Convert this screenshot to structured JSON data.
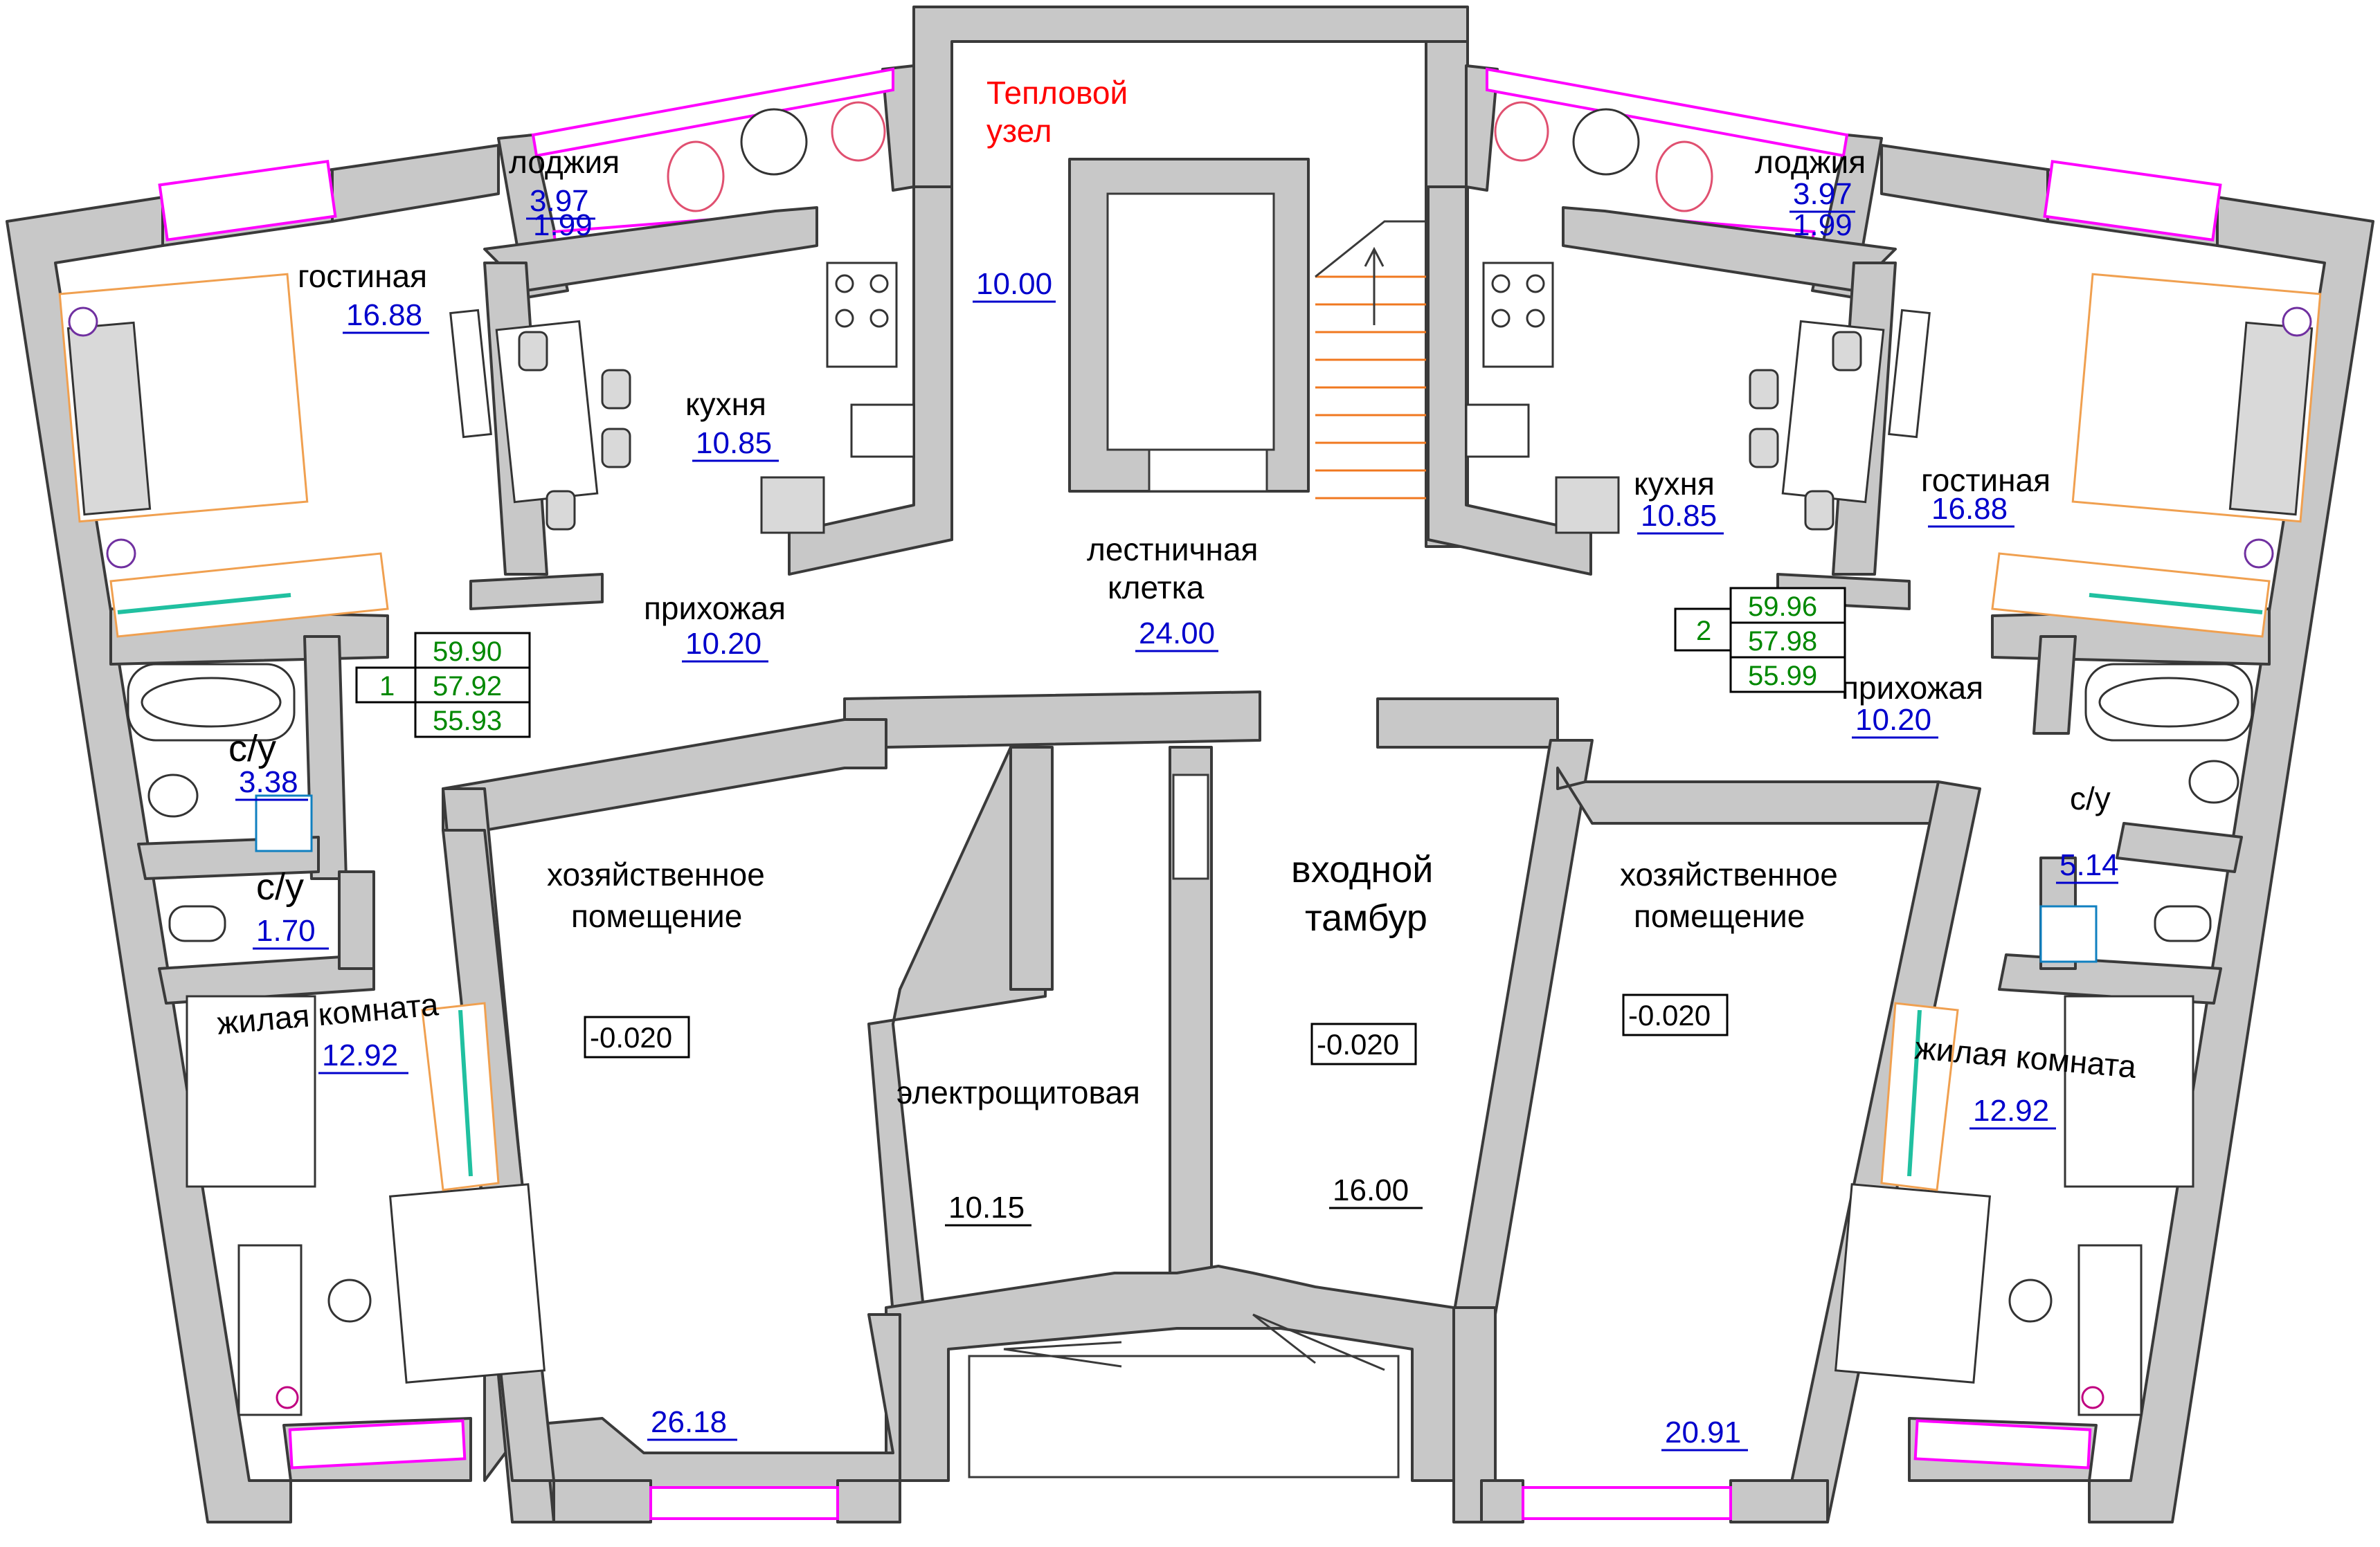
{
  "rooms": {
    "heat_node": "Тепловой",
    "heat_node_2": "узел",
    "heat_node_area": "10.00",
    "stair_hall": "лестничная",
    "stair_hall_2": "клетка",
    "stair_hall_area": "24.00",
    "vestibule": "входной",
    "vestibule_2": "тамбур",
    "vestibule_area": "16.00",
    "vestibule_level": "-0.020",
    "electrical": "электрощитовая",
    "electrical_area": "10.15",
    "storage_left": "хозяйственное",
    "storage_left_2": "помещение",
    "storage_left_level": "-0.020",
    "storage_left_area": "26.18",
    "storage_right": "хозяйственное",
    "storage_right_2": "помещение",
    "storage_right_level": "-0.020",
    "storage_right_area": "20.91"
  },
  "apt1": {
    "number": "1",
    "area_total": "59.90",
    "area_living": "57.92",
    "area_net": "55.93",
    "loggia": "лоджия",
    "loggia_area": "3.97",
    "loggia_area_2": "1.99",
    "living_room": "гостиная",
    "living_room_area": "16.88",
    "kitchen": "кухня",
    "kitchen_area": "10.85",
    "hall": "прихожая",
    "hall_area": "10.20",
    "bath": "с/у",
    "bath_area": "3.38",
    "wc": "с/у",
    "wc_area": "1.70",
    "bedroom": "жилая комната",
    "bedroom_area": "12.92"
  },
  "apt2": {
    "number": "2",
    "area_total": "59.96",
    "area_living": "57.98",
    "area_net": "55.99",
    "loggia": "лоджия",
    "loggia_area": "3.97",
    "loggia_area_2": "1.99",
    "living_room": "гостиная",
    "living_room_area": "16.88",
    "kitchen": "кухня",
    "kitchen_area": "10.85",
    "hall": "прихожая",
    "hall_area": "10.20",
    "bath": "с/у",
    "bath_area": "5.14",
    "bedroom": "жилая комната",
    "bedroom_area": "12.92"
  },
  "colors": {
    "wall": "#c8c8c8",
    "window": "#ff00ff",
    "area_text": "#0000cc",
    "apartment_numbers": "#008800",
    "heat_node_label": "#ff0000",
    "furniture_outline": "#f0a050",
    "wardrobe_rail": "#20c0a0"
  }
}
